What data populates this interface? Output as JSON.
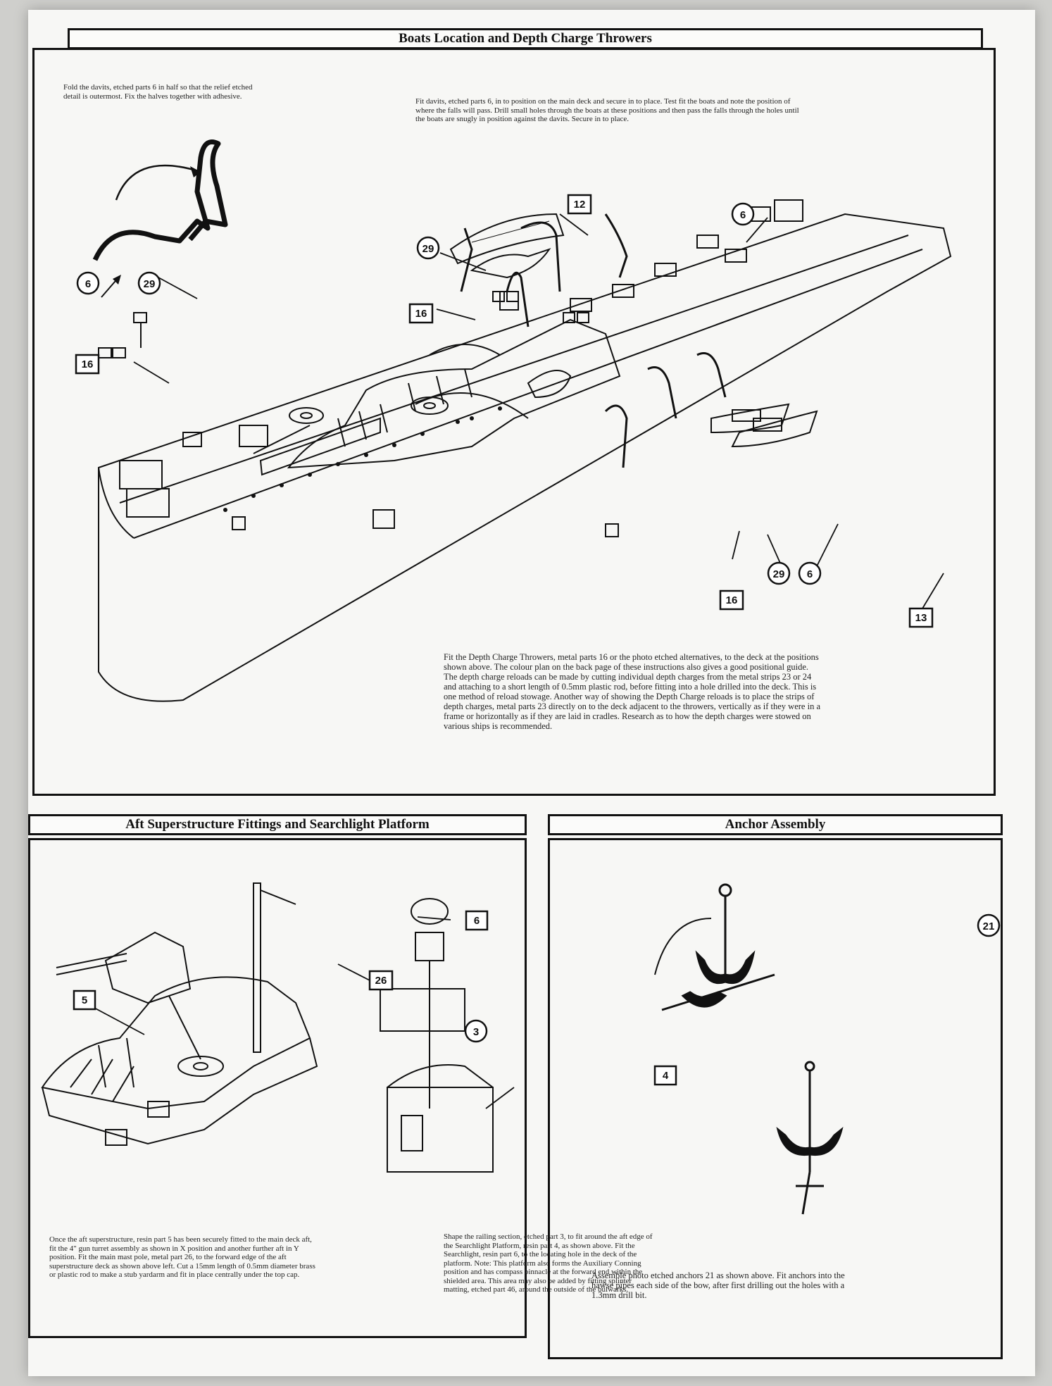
{
  "sections": {
    "boats": {
      "title": "Boats Location and Depth Charge Throwers",
      "note_fold": "Fold the davits, etched parts 6 in half so that the relief etched detail is outermost. Fix the halves together with adhesive.",
      "note_fit": "Fit davits, etched parts 6, in to position on the main deck and secure in to place. Test fit the boats and note the position of where the falls will pass. Drill small holes through the boats at these positions and then pass the falls through the holes until the boats are snugly in position against the davits. Secure in to place.",
      "note_depth": "Fit the Depth Charge Throwers, metal parts 16 or the photo etched alternatives, to the deck at the positions shown above. The colour plan on the back page of these instructions also gives a good positional guide.  The depth charge reloads can be made by cutting individual depth charges from the metal strips 23 or 24 and attaching to a short length of 0.5mm plastic rod, before fitting into a hole drilled into the deck. This is one method of reload stowage. Another way of showing the Depth Charge reloads is to place the strips of depth charges, metal parts 23 directly on to the deck adjacent to the throwers, vertically as if they were in a frame or horizontally as if they are laid in cradles. Research as  to how the depth charges were stowed on various ships is recommended."
    },
    "aft": {
      "title": "Aft Superstructure Fittings and Searchlight Platform",
      "note_left": "Once the aft superstructure, resin part 5 has been securely fitted to the main deck aft, fit the 4\" gun turret assembly as shown in X position and another further aft in Y position.  Fit the main mast pole, metal part 26, to the forward edge of the aft superstructure deck as shown above left. Cut a 15mm length of 0.5mm diameter brass or plastic rod to make a stub yardarm and fit in place centrally under the top cap.",
      "note_right": "Shape the railing section, etched part 3, to fit around the aft edge of the Searchlight Platform, resin part 4, as shown above. Fit the Searchlight, resin part 6, to the locating hole in the deck of the platform. Note: This platform also forms the Auxiliary Conning position and has compass binnacle at the forward end within the shielded area. This area may also be added by fitting splinter matting, etched part 46, around the outside of the bulwarks."
    },
    "anchor": {
      "title": "Anchor Assembly",
      "note": "Assemble photo etched anchors 21 as shown above. Fit anchors into the hawse pipes each side of the bow, after first drilling out the holes with a 1.3mm drill bit."
    }
  },
  "labels": {
    "p6": "6",
    "p29": "29",
    "p16": "16",
    "p12": "12",
    "p13": "13",
    "p5": "5",
    "p26": "26",
    "p3": "3",
    "p4": "4",
    "p21": "21"
  },
  "colors": {
    "ink": "#111111",
    "paper": "#f7f7f5"
  }
}
